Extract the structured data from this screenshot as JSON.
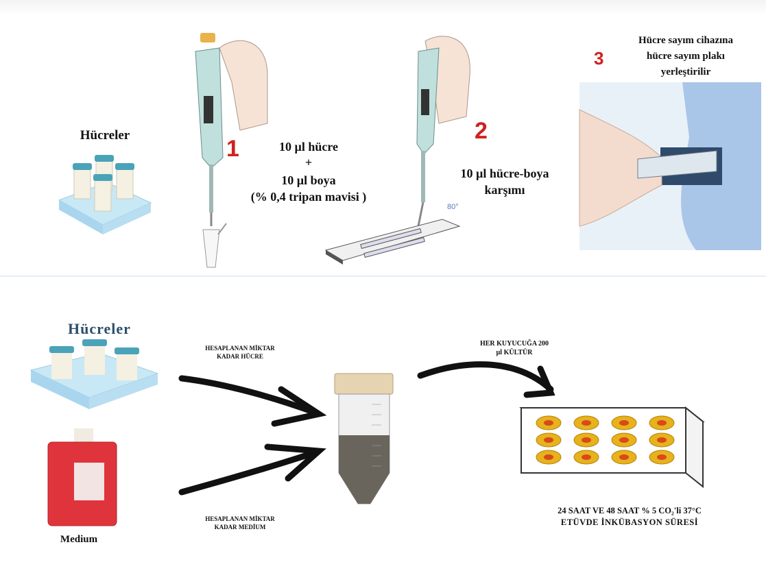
{
  "top": {
    "cells_label": "Hücreler",
    "step1": {
      "number": "1",
      "line1": "10 µl hücre",
      "line2": "+",
      "line3": "10 µl boya",
      "line4": "(% 0,4 tripan mavisi )"
    },
    "step2": {
      "number": "2",
      "line1": "10 µl hücre-boya",
      "line2": "karşımı",
      "angle": "80°"
    },
    "step3": {
      "number": "3",
      "line1": "Hücre sayım cihazına",
      "line2": "hücre sayım plakı",
      "line3": "yerleştirilir"
    }
  },
  "bottom": {
    "cells_label": "Hücreler",
    "medium_label": "Medium",
    "arrow_cells_line1": "HESAPLANAN MİKTAR",
    "arrow_cells_line2": "KADAR HÜCRE",
    "arrow_medium_line1": "HESAPLANAN MİKTAR",
    "arrow_medium_line2": "KADAR MEDİUM",
    "arrow_plate_line1": "HER KUYUCUĞA 200",
    "arrow_plate_line2": "µl KÜLTÜR",
    "incubation_line1": "24 SAAT VE 48 SAAT % 5 CO₂'li 37°C",
    "incubation_line2": "ETÜVDE İNKÜBASYON SÜRESİ"
  },
  "colors": {
    "step_number": "#d0211f",
    "vial_cap": "#4aa3b8",
    "medium_red": "#e0343c",
    "plate_well": "#e7b21b"
  }
}
